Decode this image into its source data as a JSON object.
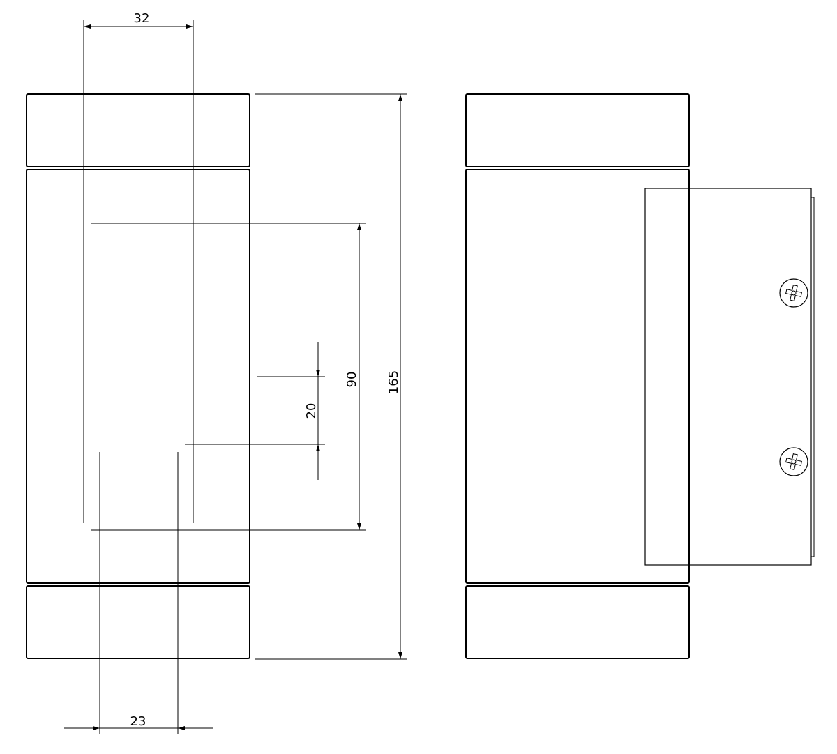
{
  "drawing": {
    "dimensions": {
      "top_width": "32",
      "bottom_width": "23",
      "small_height": "20",
      "mid_height": "90",
      "total_height": "165"
    }
  }
}
